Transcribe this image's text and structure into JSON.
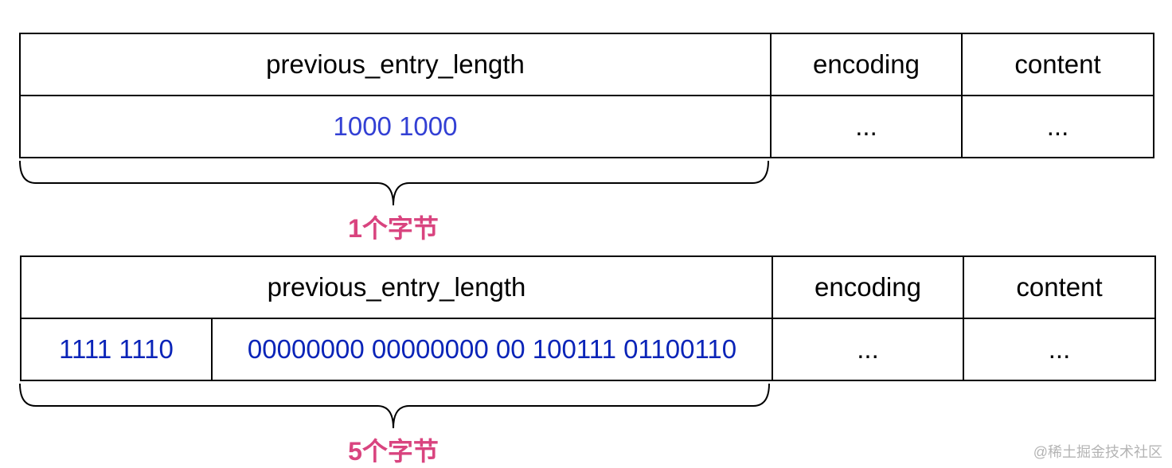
{
  "table1": {
    "header": {
      "previous_entry_length": "previous_entry_length",
      "encoding": "encoding",
      "content": "content"
    },
    "row": {
      "bits": "1000 1000",
      "encoding": "...",
      "content": "..."
    }
  },
  "brace1": {
    "label": "1个字节"
  },
  "table2": {
    "header": {
      "previous_entry_length": "previous_entry_length",
      "encoding": "encoding",
      "content": "content"
    },
    "row": {
      "flag_bits": "1111 1110",
      "length_bits": "00000000 00000000 00 100111 01100110",
      "encoding": "...",
      "content": "..."
    }
  },
  "brace2": {
    "label": "5个字节"
  },
  "watermark": "@稀土掘金技术社区",
  "colors": {
    "label": "#d9447f",
    "bits_1": "#3340d4",
    "bits_2": "#0a24b8",
    "watermark": "#b4b4b4"
  }
}
